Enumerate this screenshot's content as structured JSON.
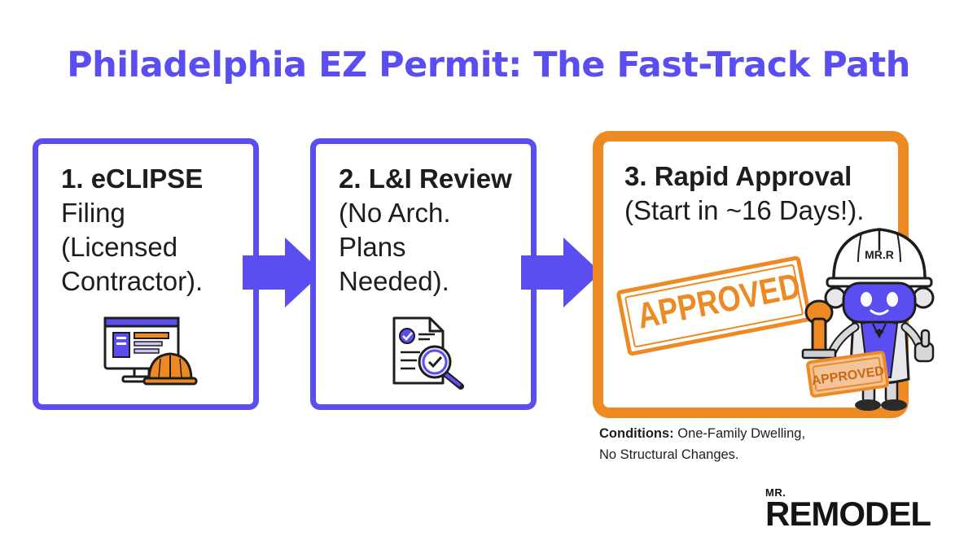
{
  "title": "Philadelphia EZ Permit: The Fast-Track Path",
  "steps": [
    {
      "head": "1. eCLIPSE",
      "body": [
        "Filing",
        "(Licensed",
        "Contractor)."
      ],
      "icon": "computer-with-hardhat-icon"
    },
    {
      "head": "2. L&I Review",
      "body": [
        "(No Arch.",
        "Plans",
        "Needed)."
      ],
      "icon": "document-magnifier-icon"
    },
    {
      "head": "3. Rapid Approval",
      "body": [
        "(Start in ~16 Days!)."
      ],
      "icon": "approved-stamp-icon"
    }
  ],
  "stamp": {
    "large": "APPROVED",
    "small": "APPROVED"
  },
  "mascot": {
    "helmet_label": "MR.R"
  },
  "conditions": {
    "label": "Conditions:",
    "line1": "One-Family Dwelling,",
    "line2": "No Structural Changes."
  },
  "logo": {
    "top": "MR.",
    "main": "REMODEL"
  },
  "colors": {
    "primary": "#5b4ef0",
    "accent": "#ee8a24",
    "text": "#1d1d1d"
  }
}
